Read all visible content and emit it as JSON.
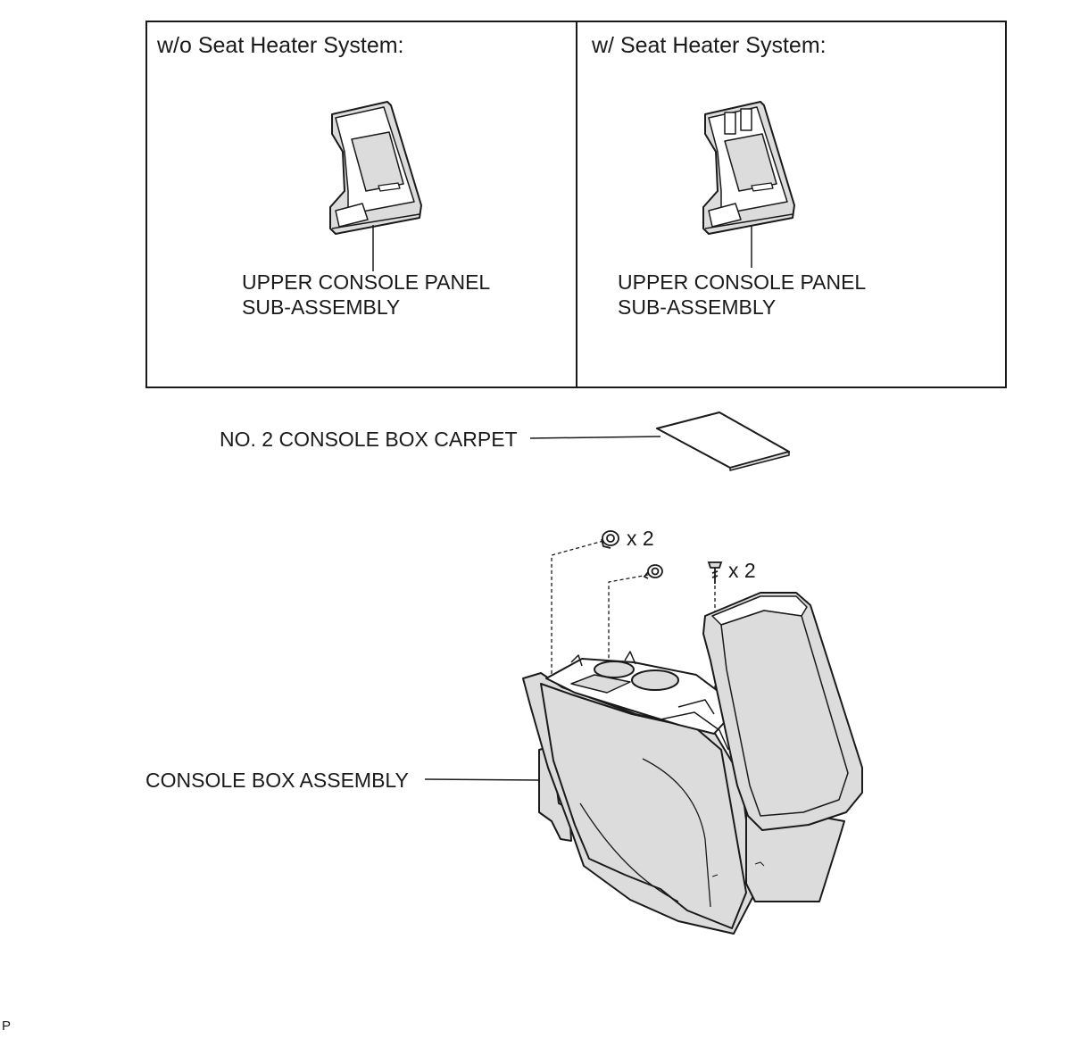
{
  "panels": {
    "left_title": "w/o Seat Heater System:",
    "right_title": "w/ Seat Heater System:",
    "left_label_line1": "UPPER CONSOLE PANEL",
    "left_label_line2": "SUB-ASSEMBLY",
    "right_label_line1": "UPPER CONSOLE PANEL",
    "right_label_line2": "SUB-ASSEMBLY"
  },
  "parts": {
    "carpet_label": "NO. 2 CONSOLE BOX CARPET",
    "console_box_label": "CONSOLE BOX ASSEMBLY",
    "clip_qty": "x 2",
    "screw_qty": "x 2"
  },
  "corner_mark": "P",
  "colors": {
    "line": "#1a1a1a",
    "shade": "#dcdcdc",
    "paper": "#ffffff"
  }
}
